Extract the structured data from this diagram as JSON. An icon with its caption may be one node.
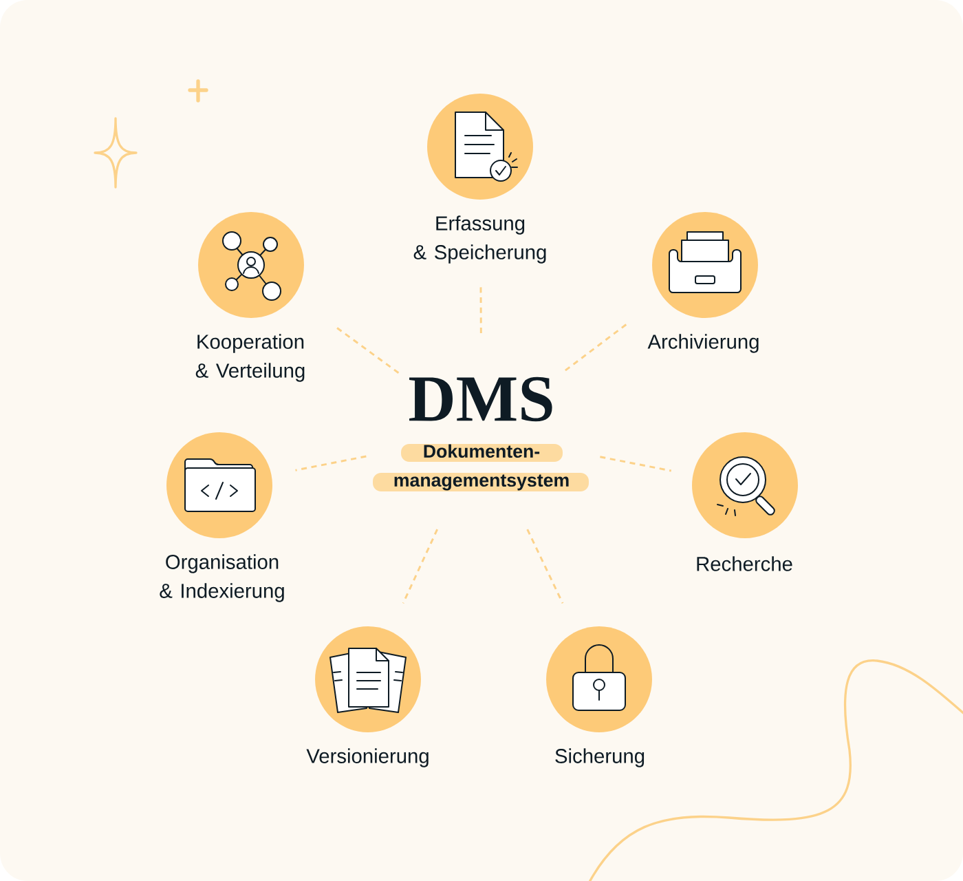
{
  "diagram": {
    "nodes": [
      {
        "text": [
          "DMS",
          "Dokumenten- managementsystem"
        ]
      },
      {
        "text": [
          "Erfassung & Speicherung"
        ]
      },
      {
        "text": [
          "Kooperation & Verteilung"
        ]
      },
      {
        "text": [
          "Archivierung"
        ]
      },
      {
        "text": [
          "Organisation & Indexierung"
        ]
      },
      {
        "text": [
          "Recherche"
        ]
      },
      {
        "text": [
          "Versionierung"
        ]
      },
      {
        "text": [
          "Sicherung"
        ]
      }
    ],
    "edges": [
      {
        "from": 0,
        "to": 1,
        "arrow": "none",
        "style": "dashed"
      },
      {
        "from": 0,
        "to": 2,
        "arrow": "none",
        "style": "dashed"
      },
      {
        "from": 0,
        "to": 3,
        "arrow": "none",
        "style": "dashed"
      },
      {
        "from": 0,
        "to": 4,
        "arrow": "none",
        "style": "dashed"
      },
      {
        "from": 0,
        "to": 5,
        "arrow": "none",
        "style": "dashed"
      },
      {
        "from": 0,
        "to": 6,
        "arrow": "none",
        "style": "dashed"
      },
      {
        "from": 0,
        "to": 7,
        "arrow": "none",
        "style": "dashed"
      }
    ]
  }
}
